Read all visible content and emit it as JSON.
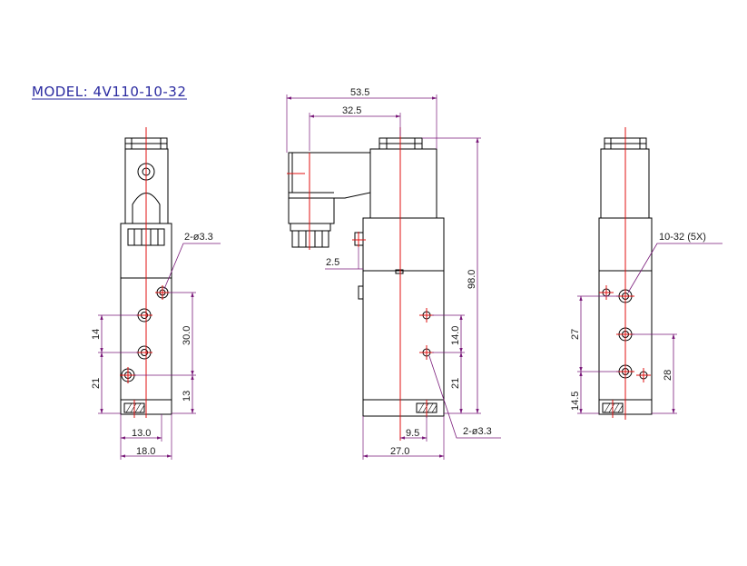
{
  "title": "MODEL: 4V110-10-32",
  "colors": {
    "outline": "#000000",
    "centerline": "#e01010",
    "dimension": "#7a1a7a",
    "title": "#2a2aa0"
  },
  "views": {
    "left": {
      "callout": "2-ø3.3",
      "dims": {
        "v14": "14",
        "v21": "21",
        "v30": "30.0",
        "v13": "13",
        "h13": "13.0",
        "h18": "18.0"
      }
    },
    "middle": {
      "callout": "2-ø3.3",
      "dims": {
        "w535": "53.5",
        "w325": "32.5",
        "v25": "2.5",
        "v980": "98.0",
        "v140": "14.0",
        "v21": "21",
        "h95": "9.5",
        "h270": "27.0"
      }
    },
    "right": {
      "callout": "10-32 (5X)",
      "dims": {
        "v27": "27",
        "v145": "14.5",
        "v28": "28"
      }
    }
  }
}
